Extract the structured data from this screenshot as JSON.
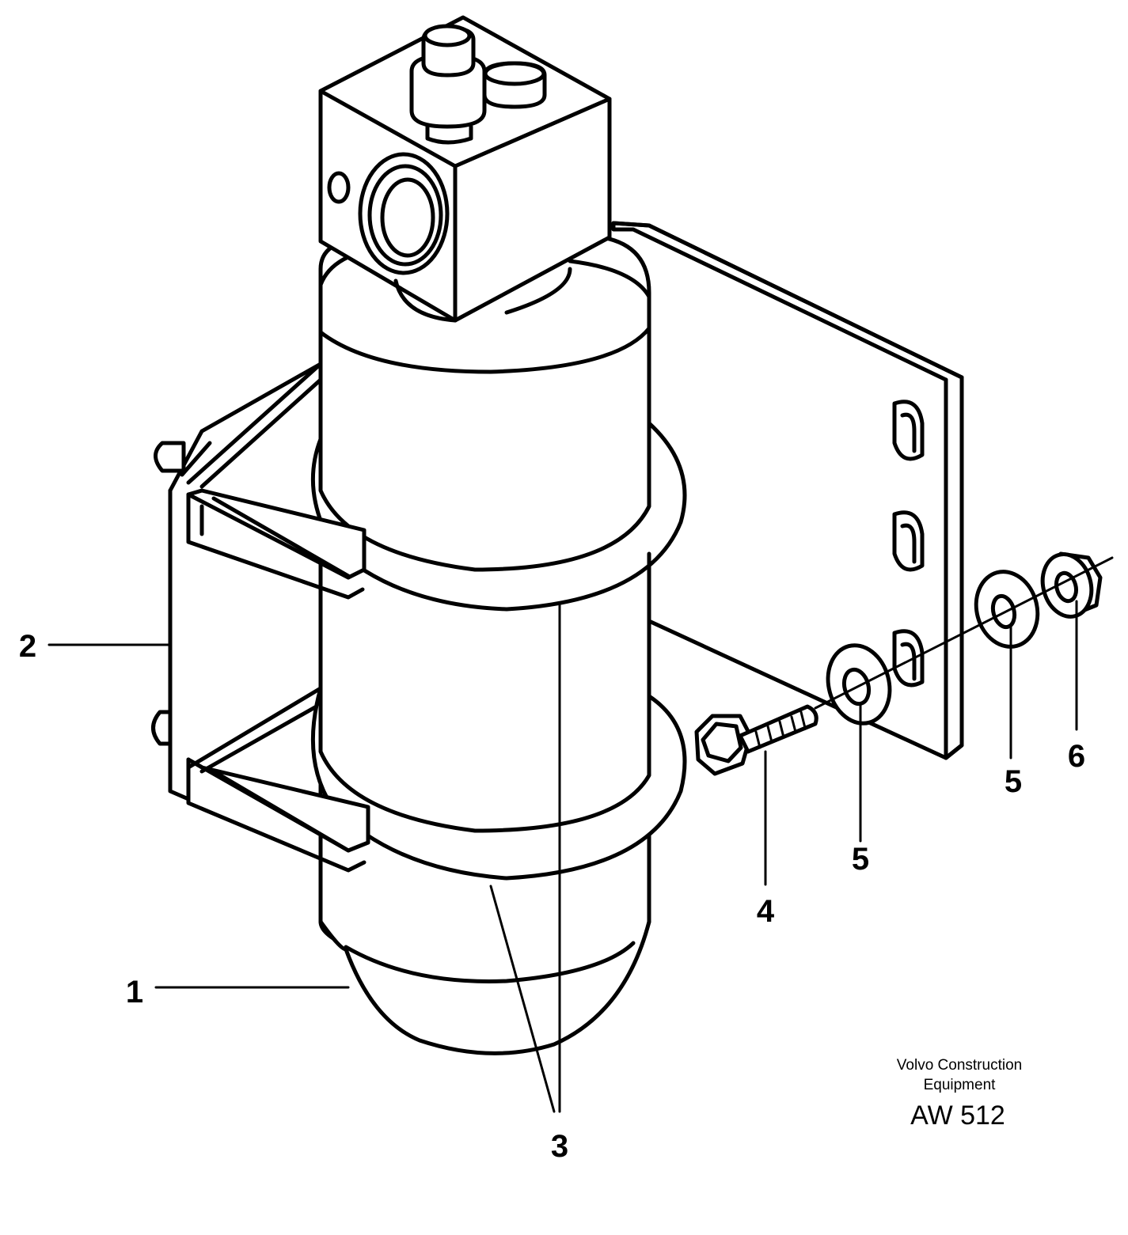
{
  "callouts": {
    "c1": "1",
    "c2": "2",
    "c3": "3",
    "c4": "4",
    "c5a": "5",
    "c5b": "5",
    "c6": "6"
  },
  "footer": {
    "brand_line1": "Volvo Construction",
    "brand_line2": "Equipment",
    "code": "AW 512"
  }
}
